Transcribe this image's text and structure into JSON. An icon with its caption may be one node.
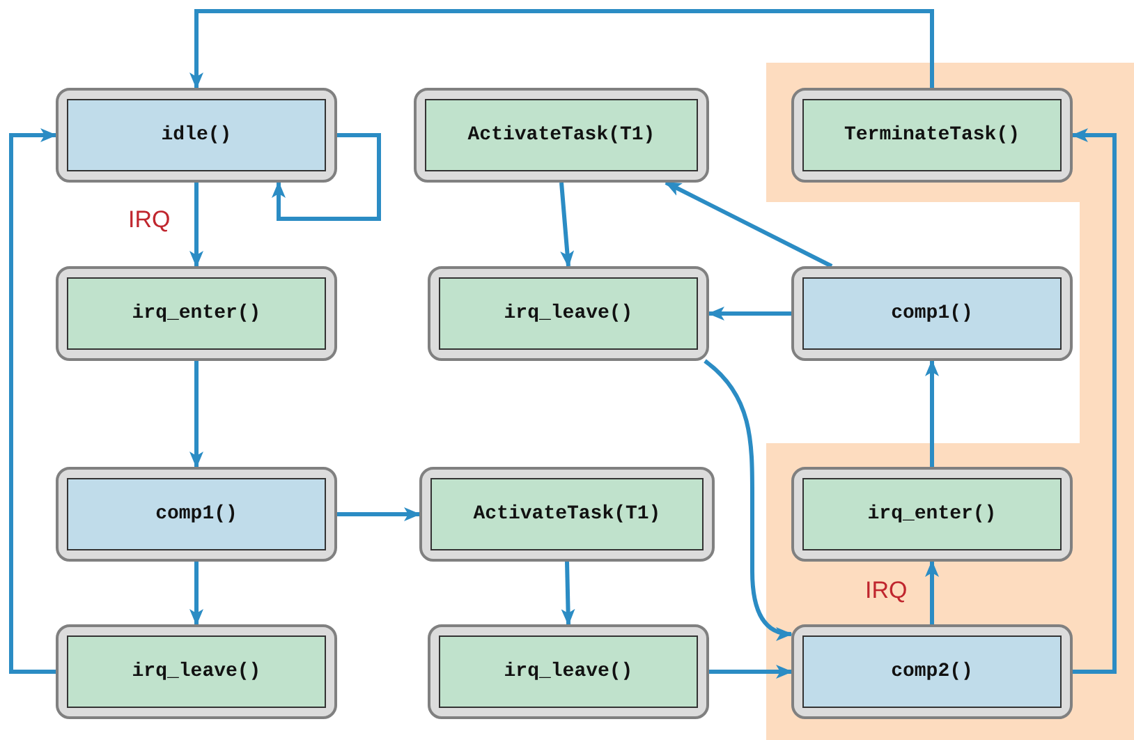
{
  "diagram": {
    "nodes": [
      {
        "text": [
          "idle()"
        ]
      },
      {
        "text": [
          "ActivateTask(T1)"
        ]
      },
      {
        "text": [
          "TerminateTask()"
        ]
      },
      {
        "text": [
          "irq_enter()"
        ]
      },
      {
        "text": [
          "irq_leave()"
        ]
      },
      {
        "text": [
          "comp1()"
        ]
      },
      {
        "text": [
          "comp1()"
        ]
      },
      {
        "text": [
          "ActivateTask(T1)"
        ]
      },
      {
        "text": [
          "irq_enter()"
        ]
      },
      {
        "text": [
          "irq_leave()"
        ]
      },
      {
        "text": [
          "irq_leave()"
        ]
      },
      {
        "text": [
          "comp2()"
        ]
      }
    ],
    "edges": [
      {
        "from": 2,
        "to": 0,
        "arrow": "to"
      },
      {
        "from": 0,
        "to": 0,
        "arrow": "to"
      },
      {
        "from": 0,
        "to": 3,
        "arrow": "to",
        "label": "IRQ"
      },
      {
        "from": 3,
        "to": 6,
        "arrow": "to"
      },
      {
        "from": 6,
        "to": 7,
        "arrow": "to"
      },
      {
        "from": 6,
        "to": 9,
        "arrow": "to"
      },
      {
        "from": 9,
        "to": 0,
        "arrow": "to"
      },
      {
        "from": 1,
        "to": 4,
        "arrow": "to"
      },
      {
        "from": 5,
        "to": 1,
        "arrow": "to"
      },
      {
        "from": 5,
        "to": 4,
        "arrow": "to"
      },
      {
        "from": 4,
        "to": 11,
        "arrow": "to"
      },
      {
        "from": 7,
        "to": 10,
        "arrow": "to"
      },
      {
        "from": 10,
        "to": 11,
        "arrow": "to"
      },
      {
        "from": 11,
        "to": 8,
        "arrow": "to",
        "label": "IRQ"
      },
      {
        "from": 8,
        "to": 5,
        "arrow": "to"
      },
      {
        "from": 11,
        "to": 2,
        "arrow": "to"
      }
    ]
  }
}
